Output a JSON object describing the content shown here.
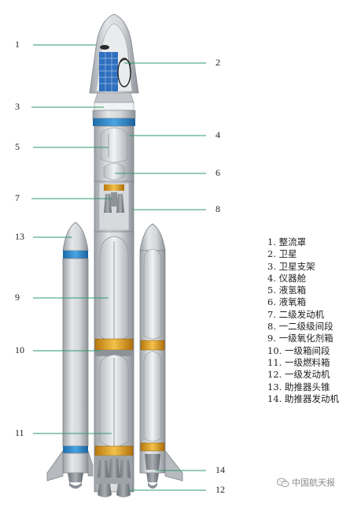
{
  "callouts": [
    {
      "id": "1",
      "label": "1"
    },
    {
      "id": "2",
      "label": "2"
    },
    {
      "id": "3",
      "label": "3"
    },
    {
      "id": "4",
      "label": "4"
    },
    {
      "id": "5",
      "label": "5"
    },
    {
      "id": "6",
      "label": "6"
    },
    {
      "id": "7",
      "label": "7"
    },
    {
      "id": "8",
      "label": "8"
    },
    {
      "id": "9",
      "label": "9"
    },
    {
      "id": "10",
      "label": "10"
    },
    {
      "id": "11",
      "label": "11"
    },
    {
      "id": "12",
      "label": "12"
    },
    {
      "id": "13",
      "label": "13"
    },
    {
      "id": "14",
      "label": "14"
    }
  ],
  "legend": [
    "1. 整流罩",
    "2. 卫星",
    "3. 卫星支架",
    "4. 仪器舱",
    "5. 液氢箱",
    "6. 液氧箱",
    "7. 二级发动机",
    "8. 一二级级间段",
    "9. 一级氧化剂箱",
    "10. 一级箱间段",
    "11. 一级燃料箱",
    "12. 一级发动机",
    "13. 助推器头锥",
    "14. 助推器发动机"
  ],
  "watermark": "中国航天报",
  "colors": {
    "leader_line": "#2e9a6e",
    "body_gray": "#c9ccd0",
    "blue_band": "#2a86c8",
    "orange_ring": "#e0a020"
  }
}
